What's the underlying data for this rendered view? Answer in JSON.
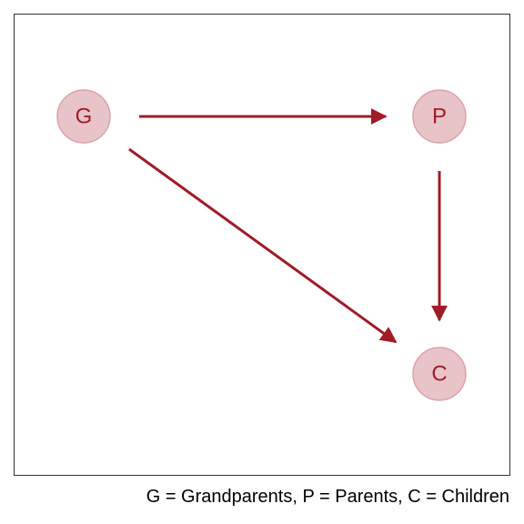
{
  "diagram": {
    "nodes": [
      {
        "id": "G",
        "label": "G"
      },
      {
        "id": "P",
        "label": "P"
      },
      {
        "id": "C",
        "label": "C"
      }
    ],
    "edges": [
      {
        "from": "G",
        "to": "P"
      },
      {
        "from": "G",
        "to": "C"
      },
      {
        "from": "P",
        "to": "C"
      }
    ],
    "colors": {
      "node_fill": "#e8c3c7",
      "node_stroke": "#d9a3a9",
      "label": "#a01c27",
      "edge": "#a01c27"
    }
  },
  "caption": "G = Grandparents, P = Parents, C = Children"
}
